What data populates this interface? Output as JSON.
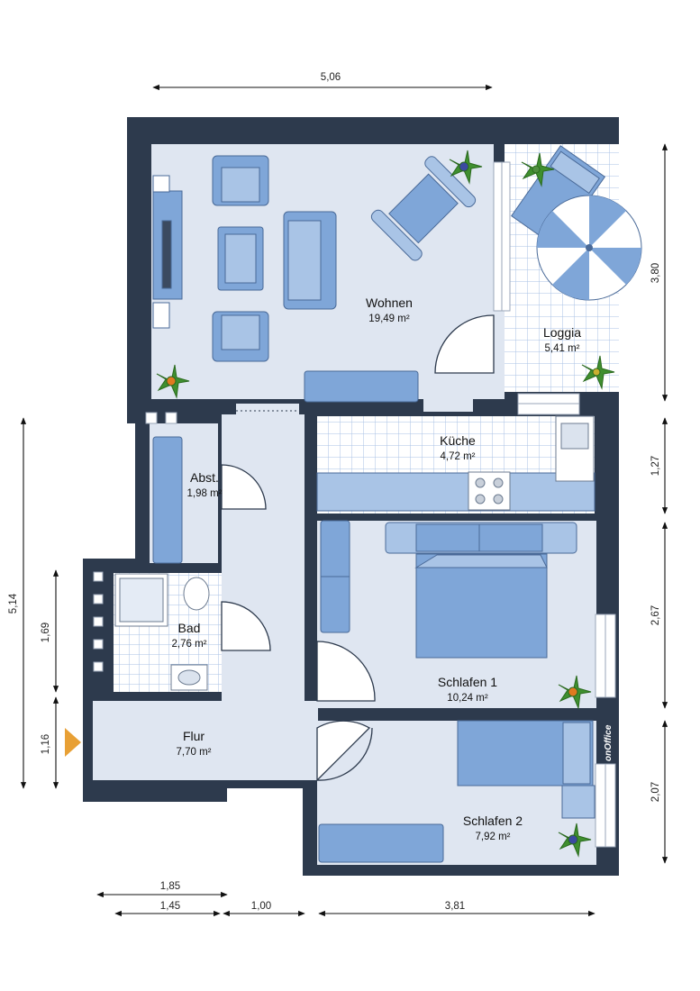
{
  "rooms": {
    "wohnen": {
      "name": "Wohnen",
      "area": "19,49 m²"
    },
    "loggia": {
      "name": "Loggia",
      "area": "5,41 m²"
    },
    "kueche": {
      "name": "Küche",
      "area": "4,72 m²"
    },
    "abst": {
      "name": "Abst.",
      "area": "1,98 m²"
    },
    "bad": {
      "name": "Bad",
      "area": "2,76 m²"
    },
    "schlafen1": {
      "name": "Schlafen 1",
      "area": "10,24 m²"
    },
    "flur": {
      "name": "Flur",
      "area": "7,70 m²"
    },
    "schlafen2": {
      "name": "Schlafen 2",
      "area": "7,92 m²"
    }
  },
  "dimensions": {
    "top": "5,06",
    "right_loggia": "3,80",
    "right_kueche": "1,27",
    "right_schlafen1": "2,67",
    "right_schlafen2": "2,07",
    "left_total": "5,14",
    "left_bad": "1,69",
    "left_flur": "1,16",
    "bottom_upper": "1,85",
    "bottom_1": "1,45",
    "bottom_2": "1,00",
    "bottom_3": "3,81"
  },
  "logo": {
    "text": "onOffice"
  },
  "colors": {
    "wall": "#2d3a4d",
    "floor": "#dfe6f1",
    "tile": "#c8d8ee",
    "furniture": "#7fa6d8",
    "furniture_light": "#a9c4e6",
    "plant": "#3f8f2f",
    "entrance": "#e8a035"
  }
}
